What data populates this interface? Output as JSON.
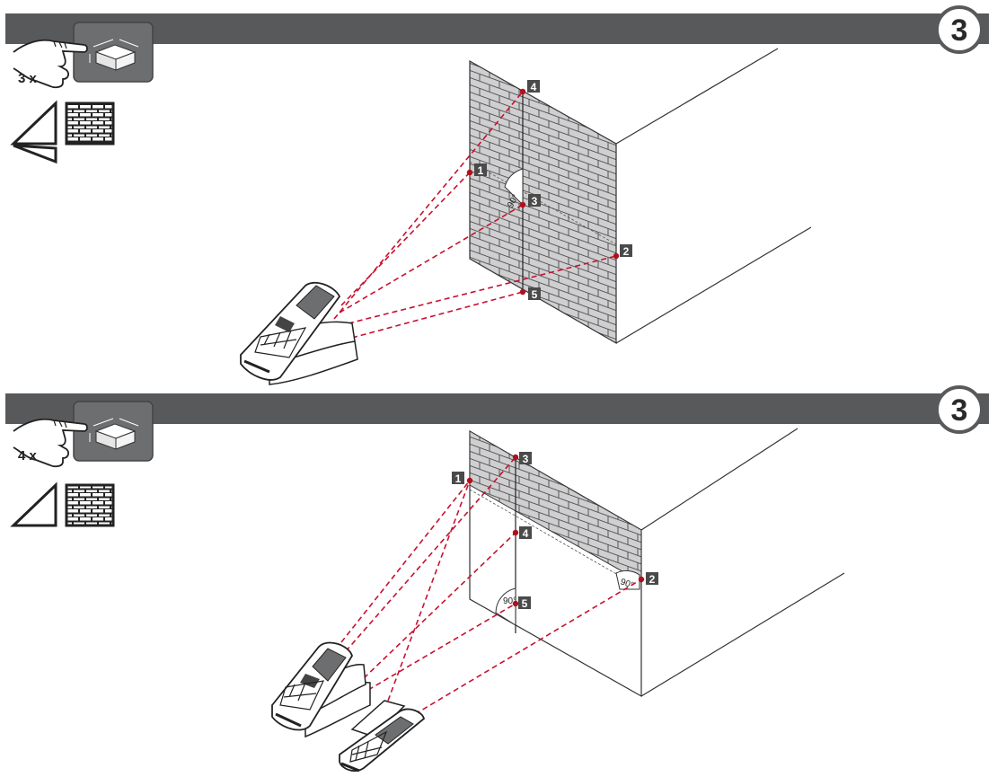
{
  "colors": {
    "header_bar": "#58595b",
    "laser": "#c8102e",
    "point_marker": "#b0101e",
    "label_box": "#4a4a4a",
    "brick_fill": "#cfcfd1",
    "button_bg": "#6d6e70"
  },
  "icons": {
    "button_symbol": "area-measure-icon",
    "hand": "pressing-hand-icon",
    "triangle": "triangle-icon",
    "wall": "brick-wall-icon"
  },
  "panels": [
    {
      "step_number": "3",
      "press_count": "3 x",
      "angle_labels": [
        "90°"
      ],
      "points": [
        "1",
        "2",
        "3",
        "4",
        "5"
      ]
    },
    {
      "step_number": "3",
      "press_count": "4 x",
      "angle_labels": [
        "90°",
        "90°"
      ],
      "points": [
        "1",
        "2",
        "3",
        "4",
        "5"
      ]
    }
  ]
}
